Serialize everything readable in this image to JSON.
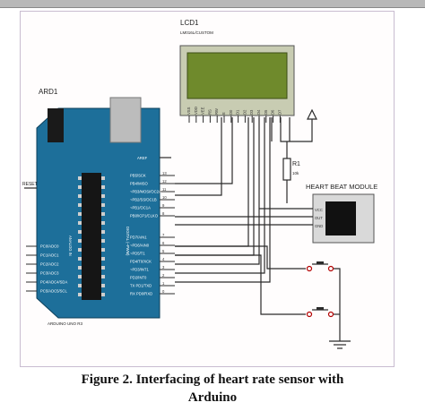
{
  "lcd": {
    "ref": "LCD1",
    "part": "LM016L/CUSTOM",
    "pins": [
      "VSS",
      "VDD",
      "VEE",
      "RS",
      "RW",
      "E",
      "D0",
      "D1",
      "D2",
      "D3",
      "D4",
      "D5",
      "D6",
      "D7"
    ]
  },
  "arduino": {
    "ref": "ARD1",
    "part": "ARDUINO UNO R3",
    "reset_label": "RESET",
    "analog_label": "ANALOG IN",
    "digital_label": "DIGITAL (~PWM)",
    "aref_label": "AREF",
    "analog_pins": [
      "PC0/ADC0",
      "PC1/ADC1",
      "PC2/ADC2",
      "PC3/ADC3",
      "PC4/ADC4/SDA",
      "PC5/ADC5/SCL"
    ],
    "digital_upper": [
      {
        "num": "13",
        "name": "PB5/SCK"
      },
      {
        "num": "12",
        "name": "PB4/MISO"
      },
      {
        "num": "11",
        "name": "~PB3/MOSI/OC2A"
      },
      {
        "num": "10",
        "name": "~PB2/SS/OC1B"
      },
      {
        "num": "9",
        "name": "~PB1/OC1A"
      },
      {
        "num": "8",
        "name": "PB0/ICP1/CLKO"
      }
    ],
    "digital_lower": [
      {
        "num": "7",
        "name": "PD7/AIN1"
      },
      {
        "num": "6",
        "name": "~PD6/AIN0"
      },
      {
        "num": "5",
        "name": "~PD5/T1"
      },
      {
        "num": "4",
        "name": "PD4/T0/XCK"
      },
      {
        "num": "3",
        "name": "~PD3/INT1"
      },
      {
        "num": "2",
        "name": "PD2/INT0"
      },
      {
        "num": "1",
        "name": "TX PD1/TXD"
      },
      {
        "num": "0",
        "name": "RX PD0/RXD"
      }
    ]
  },
  "resistor": {
    "ref": "R1",
    "value": "10k"
  },
  "module": {
    "title": "HEART BEAT MODULE",
    "pins": [
      "VCC",
      "OUT",
      "GND"
    ]
  },
  "caption": {
    "line1": "Figure 2.   Interfacing of heart rate sensor with",
    "line2": "Arduino"
  },
  "colors": {
    "board": "#1d6f9a",
    "lcd_screen": "#6f8a2c",
    "lcd_frame": "#c8ccb2",
    "module_body": "#d9d9d9"
  }
}
